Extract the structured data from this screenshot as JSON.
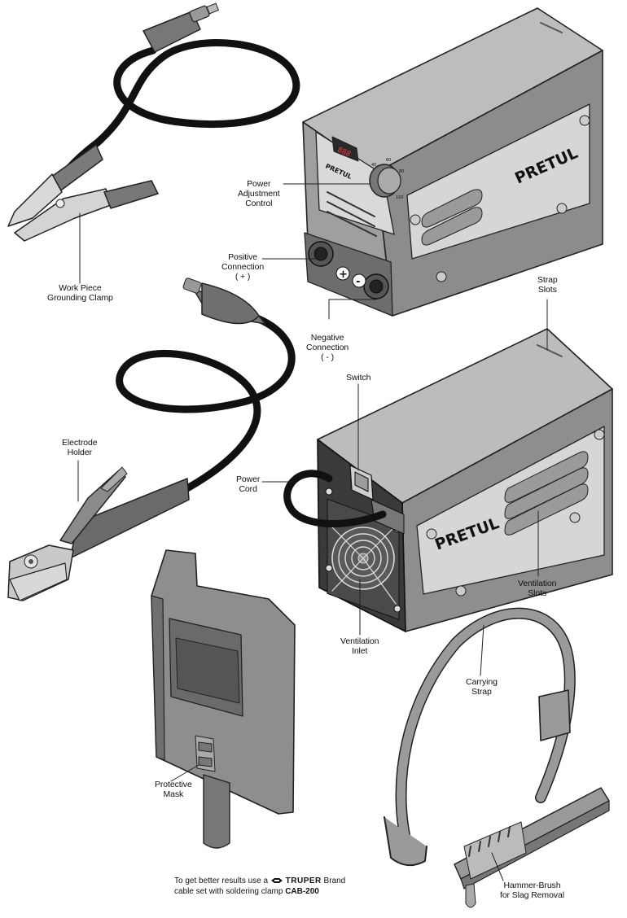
{
  "labels": {
    "power_adjustment": [
      "Power",
      "Adjustment",
      "Control"
    ],
    "positive_connection": [
      "Positive",
      "Connection",
      "( + )"
    ],
    "negative_connection": [
      "Negative",
      "Connection",
      "( - )"
    ],
    "work_piece_clamp": [
      "Work Piece",
      "Grounding Clamp"
    ],
    "strap_slots": [
      "Strap",
      "Slots"
    ],
    "switch": [
      "Switch"
    ],
    "electrode_holder": [
      "Electrode",
      "Holder"
    ],
    "power_cord": [
      "Power",
      "Cord"
    ],
    "ventilation_slots": [
      "Ventilation",
      "Slots"
    ],
    "ventilation_inlet": [
      "Ventilation",
      "Inlet"
    ],
    "carrying_strap": [
      "Carrying",
      "Strap"
    ],
    "protective_mask": [
      "Protective",
      "Mask"
    ],
    "hammer_brush": [
      "Hammer-Brush",
      "for Slag Removal"
    ]
  },
  "brand_logo": "PRETUL",
  "panel": {
    "display": "888",
    "dial_marks": [
      "40",
      "60",
      "80",
      "100"
    ],
    "positive_symbol": "+",
    "negative_symbol": "-"
  },
  "footnote": {
    "line1_pre": "To get better results use a",
    "brand": "TRUPER",
    "line1_post": "Brand",
    "line2_pre": "cable set with soldering clamp",
    "model": "CAB-200"
  }
}
